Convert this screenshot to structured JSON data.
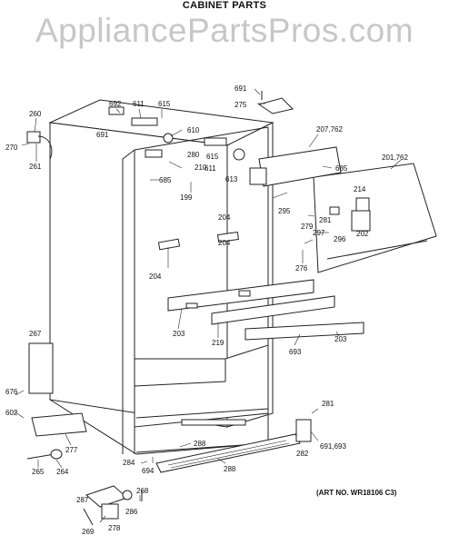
{
  "title": "CABINET PARTS",
  "watermark": "AppliancePartsPros.com",
  "art_number": "(ART NO. WR18106 C3)",
  "callouts": [
    "691",
    "275",
    "692",
    "611",
    "615",
    "260",
    "691",
    "610",
    "270",
    "261",
    "280",
    "210",
    "615",
    "207,762",
    "685",
    "611",
    "613",
    "201,762",
    "685",
    "199",
    "214",
    "295",
    "204",
    "281",
    "279",
    "202",
    "297",
    "296",
    "204",
    "204",
    "276",
    "203",
    "219",
    "693",
    "203",
    "267",
    "281",
    "676",
    "602",
    "277",
    "691,693",
    "288",
    "284",
    "282",
    "265",
    "264",
    "694",
    "288",
    "287",
    "268",
    "286",
    "269",
    "278"
  ]
}
